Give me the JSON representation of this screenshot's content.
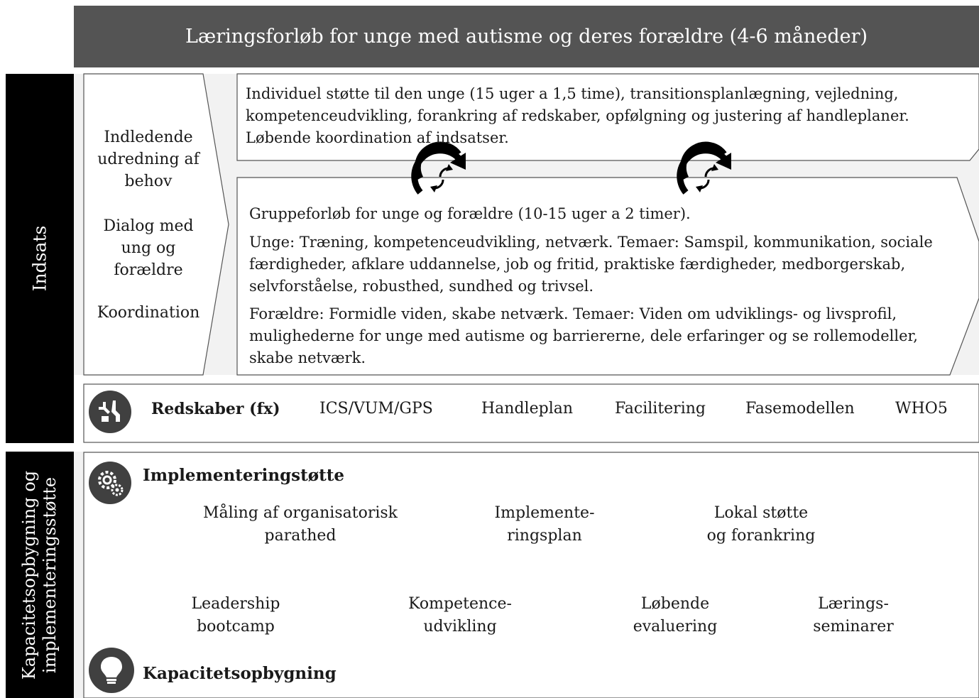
{
  "header": {
    "title": "Læringsforløb for unge med autisme og deres forældre (4-6 måneder)"
  },
  "side_labels": {
    "indsats": "Indsats",
    "kapacitet_line1": "Kapacitetsopbygning og",
    "kapacitet_line2": "implementeringsstøtte"
  },
  "left_column": {
    "item1": "Indledende udredning af behov",
    "item2": "Dialog med ung og forældre",
    "item3": "Koordination"
  },
  "individual_box": {
    "text": "Individuel støtte til den unge (15 uger a 1,5 time), transitionsplanlægning, vejledning, kompetenceudvikling, forankring af redskaber, opfølgning og justering af handleplaner. Løbende koordination af indsatser."
  },
  "group_box": {
    "intro": "Gruppeforløb for unge og forældre (10-15 uger a 2 timer).",
    "youth": "Unge: Træning, kompetenceudvikling, netværk. Temaer: Samspil, kommunikation, sociale færdigheder, afklare uddannelse, job og fritid, praktiske færdigheder, medborgerskab, selvforståelse, robusthed, sundhed og trivsel.",
    "parents": "Forældre: Formidle viden, skabe netværk. Temaer: Viden om udviklings- og livsprofil, mulighederne for unge med autisme og barriererne, dele erfaringer og se rollemodeller, skabe netværk."
  },
  "tools": {
    "label": "Redskaber (fx)",
    "items": [
      "ICS/VUM/GPS",
      "Handleplan",
      "Facilitering",
      "Fasemodellen",
      "WHO5"
    ],
    "icon": "tools-icon"
  },
  "implementation": {
    "title": "Implementeringstøtte",
    "icon": "gears-icon",
    "items": [
      {
        "line1": "Måling af organisatorisk",
        "line2": "parathed"
      },
      {
        "line1": "Implemente-",
        "line2": "ringsplan"
      },
      {
        "line1": "Lokal støtte",
        "line2": "og forankring"
      }
    ]
  },
  "capacity": {
    "title": "Kapacitetsopbygning",
    "icon": "lightbulb-icon",
    "items": [
      {
        "line1": "Leadership",
        "line2": "bootcamp"
      },
      {
        "line1": "Kompetence-",
        "line2": "udvikling"
      },
      {
        "line1": "Løbende",
        "line2": "evaluering"
      },
      {
        "line1": "Lærings-",
        "line2": "seminarer"
      }
    ]
  },
  "cycle_icons": [
    "cycle-arrows-icon",
    "cycle-arrows-icon"
  ],
  "colors": {
    "header_bg": "#545454",
    "side_bar": "#000000",
    "panel_bg": "#f2f2f2",
    "icon_bg": "#404040"
  }
}
